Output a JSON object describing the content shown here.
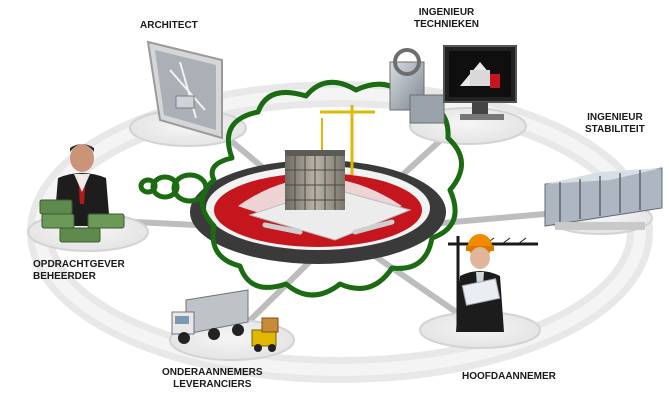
{
  "roles": {
    "architect": {
      "lines": [
        "ARCHITECT"
      ]
    },
    "ingenieur_technieken": {
      "lines": [
        "INGENIEUR",
        "TECHNIEKEN"
      ]
    },
    "ingenieur_stabiliteit": {
      "lines": [
        "INGENIEUR",
        "STABILITEIT"
      ]
    },
    "opdrachtgever": {
      "lines": [
        "OPDRACHTGEVER",
        "BEHEERDER"
      ]
    },
    "onderaannemers": {
      "lines": [
        "ONDERAANNEMERS",
        "LEVERANCIERS"
      ]
    },
    "hoofdaannemer": {
      "lines": [
        "HOOFDAANNEMER"
      ]
    }
  },
  "colors": {
    "cloud_stroke": "#1a6b12",
    "center_red": "#c4161c",
    "ring": "#e6e6e6"
  }
}
